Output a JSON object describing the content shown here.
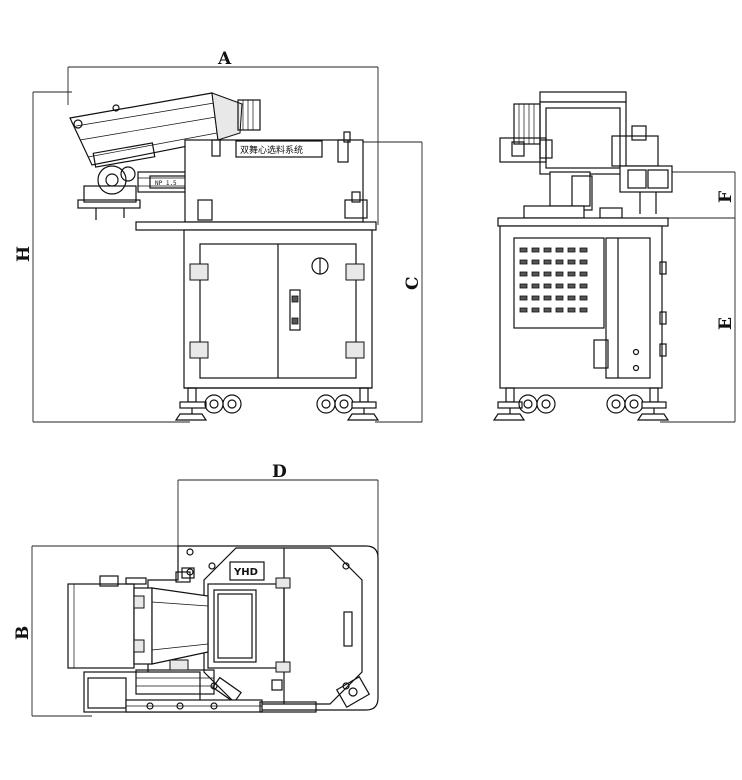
{
  "dimensions": {
    "A": "A",
    "B": "B",
    "C": "C",
    "D": "D",
    "E": "E",
    "F": "F",
    "H": "H"
  },
  "front_view": {
    "panel_label": "双舞心选料系统",
    "tag_label": "NP 1.5"
  },
  "top_view": {
    "logo": "YHD"
  }
}
